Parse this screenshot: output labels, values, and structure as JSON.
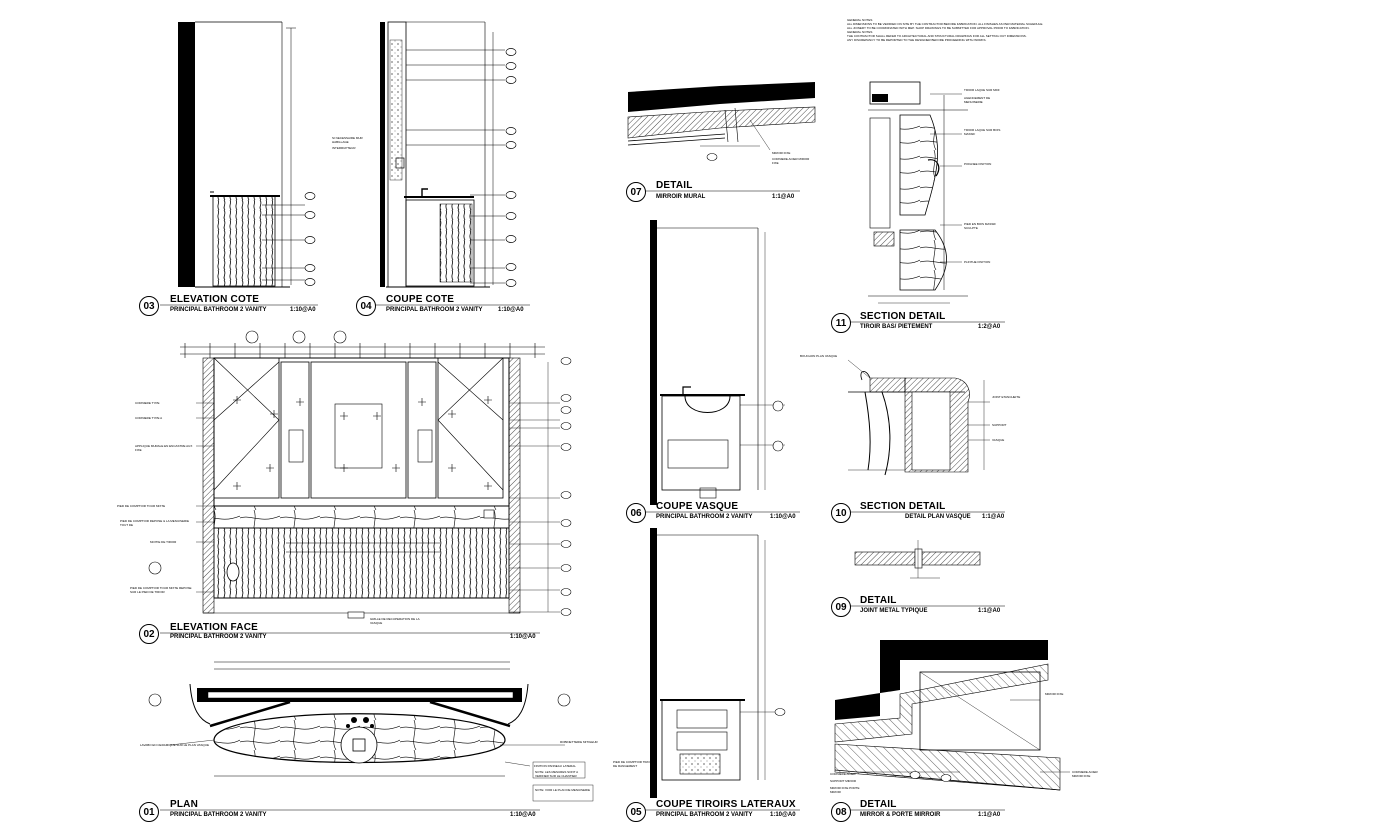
{
  "sheet": {
    "general_notes": [
      "GENERAL NOTES",
      "ALL DIMENSIONS TO BE VERIFIED ON SITE BY THE CONTRACTOR BEFORE FABRICATION. ALL FINISHES AS PER MATERIAL SCHEDULE.",
      "ALL JOINERY TO BE COORDINATED WITH MEP. SHOP DRAWINGS TO BE SUBMITTED FOR APPROVAL PRIOR TO FABRICATION.",
      "GENERAL NOTES",
      "THE CONTRACTOR SHALL REFER TO ARCHITECTURAL AND STRUCTURAL DRAWINGS FOR ALL SETTING OUT DIMENSIONS.",
      "ANY DISCREPANCY TO BE REPORTED TO THE DESIGNER BEFORE PROCEEDING WITH WORKS."
    ],
    "views": [
      {
        "num": "03",
        "title": "ELEVATION COTE",
        "sub": "PRINCIPAL BATHROOM 2 VANITY",
        "scale": "1:10@A0"
      },
      {
        "num": "04",
        "title": "COUPE COTE",
        "sub": "PRINCIPAL BATHROOM 2 VANITY",
        "scale": "1:10@A0"
      },
      {
        "num": "07",
        "title": "DETAIL",
        "sub": "MIRROIR MURAL",
        "scale": "1:1@A0"
      },
      {
        "num": "11",
        "title": "SECTION DETAIL",
        "sub": "TIROIR BAS/ PIETEMENT",
        "scale": "1:2@A0"
      },
      {
        "num": "02",
        "title": "ELEVATION FACE",
        "sub": "PRINCIPAL BATHROOM 2 VANITY",
        "scale": "1:10@A0"
      },
      {
        "num": "06",
        "title": "COUPE VASQUE",
        "sub": "PRINCIPAL BATHROOM 2 VANITY",
        "scale": "1:10@A0"
      },
      {
        "num": "10",
        "title": "SECTION DETAIL",
        "sub": "DETAIL PLAN VASQUE",
        "scale": "1:1@A0"
      },
      {
        "num": "09",
        "title": "DETAIL",
        "sub": "JOINT METAL TYPIQUE",
        "scale": "1:1@A0"
      },
      {
        "num": "01",
        "title": "PLAN",
        "sub": "PRINCIPAL BATHROOM 2 VANITY",
        "scale": "1:10@A0"
      },
      {
        "num": "05",
        "title": "COUPE TIROIRS LATERAUX",
        "sub": "PRINCIPAL BATHROOM 2 VANITY",
        "scale": "1:10@A0"
      },
      {
        "num": "08",
        "title": "DETAIL",
        "sub": "MIRROR & PORTE MIRROIR",
        "scale": "1:1@A0"
      }
    ],
    "annotations": {
      "elev_face": [
        "CORNIERE TYPE",
        "CORNIERE TYPE A",
        "APPLIQUE MURALE EN ENCASTRE AUX FIXE",
        "PIED DE COMPTOIR TOUR MIXTE",
        "PIED DE COMPTOIR REPOSE & LA MENUISERIE TOUT DE",
        "MOITIE DE TIROIR",
        "PIED DE COMPTOIR TOUR MIXTE REPOSE SUR LE PIED DE TIROIR",
        "GRILLE DE RECUPERATION DE LA VASQUE"
      ],
      "coupe_cote": [
        "SI NECESSAIRE MUR HABILLAGE",
        "INTERRUPTEUR"
      ],
      "detail_07": [
        "MIROIR FIXE",
        "CORNIERE ACIER MIROIR FIXE"
      ],
      "section_11": [
        "TIROIR LAQUE SUR MDF",
        "AGENCEMENT DE MENUISERIE",
        "TIROIR LAQUE SUR BOIS MASSIF",
        "POIGNEE FINITION",
        "PIED EN BOIS MASSIF SCULPTE",
        "PLINTHE FINITION"
      ],
      "section_10": [
        "BOUCHON PLAN VASQUE",
        "JOINT ETANCHEITE",
        "SUPPORT",
        "VASQUE"
      ],
      "plan_01": [
        "LAVABO EN CERAMIQUE SUR LE PLAN VASQUE",
        "ROBINETTERIE MITIGEUR",
        "FINITION PANNEAU LATERAL",
        "NOTE: LES MESURES SONT A VERIFIER SUR LE CHANTIER",
        "NOTE: VOIR LE PLAN DE MENUISERIE"
      ],
      "coupe_05": [
        "PIED DE COMPTOIR TIROIR DE RANGEMENT"
      ],
      "detail_08": [
        "MIROIR FIXE",
        "CORNIERE ACIER",
        "SUPPORT MIROIR",
        "MIROIR FIXE PORTE MIROIR",
        "CORNIERE ACIER MIROIR FIXE"
      ]
    }
  }
}
